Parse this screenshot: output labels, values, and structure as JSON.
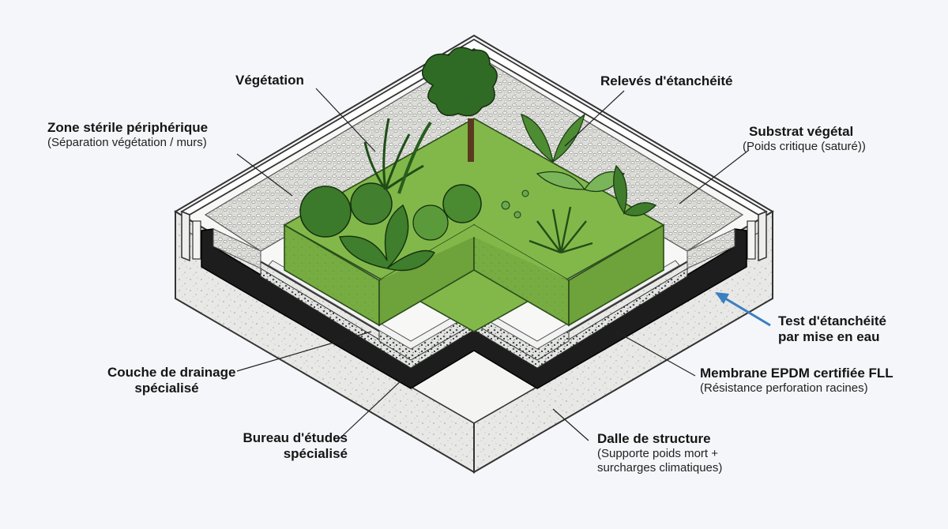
{
  "labels": {
    "vegetation": {
      "title": "Végétation"
    },
    "releves": {
      "title": "Relevés d'étanchéité"
    },
    "zone_sterile": {
      "title": "Zone stérile périphérique",
      "subtitle": "(Séparation végétation / murs)"
    },
    "substrat": {
      "title": "Substrat végétal",
      "subtitle": "(Poids critique (saturé))"
    },
    "test": {
      "line1": "Test d'étanchéité",
      "line2": "par mise en eau"
    },
    "drainage": {
      "line1": "Couche de drainage",
      "line2": "spécialisé"
    },
    "membrane": {
      "title": "Membrane EPDM certifiée FLL",
      "subtitle": "(Résistance perforation racines)"
    },
    "bureau": {
      "line1": "Bureau d'études",
      "line2": "spécialisé"
    },
    "dalle": {
      "title": "Dalle de structure",
      "subtitle1": "(Supporte poids mort +",
      "subtitle2": "surcharges climatiques)"
    }
  },
  "colors": {
    "background": "#f4f6f9",
    "concrete": "#e7e7e5",
    "membrane": "#1c1c1c",
    "drainage": "#cfd2cf",
    "filter": "#efefef",
    "substrate_top": "#82b84a",
    "substrate_side": "#74aa3f",
    "plants_dark": "#2e5a20",
    "plants_mid": "#3d7a2a",
    "plants_light": "#6aa84f",
    "gravel": "#d8d8d4",
    "arrow": "#3a7fc1"
  },
  "icons": {
    "test_arrow": "arrow-left-icon"
  }
}
